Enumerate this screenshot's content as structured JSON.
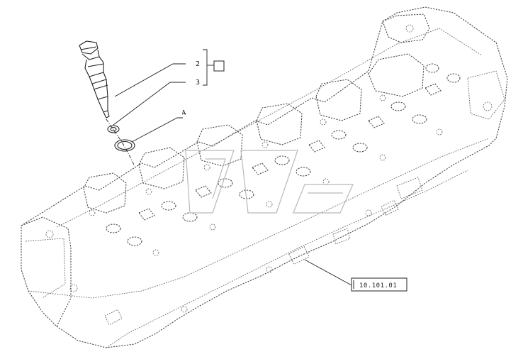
{
  "callouts": {
    "item_2": "2",
    "item_3": "3",
    "item_4": "4",
    "group_box": "",
    "reference": "10.101.01"
  }
}
